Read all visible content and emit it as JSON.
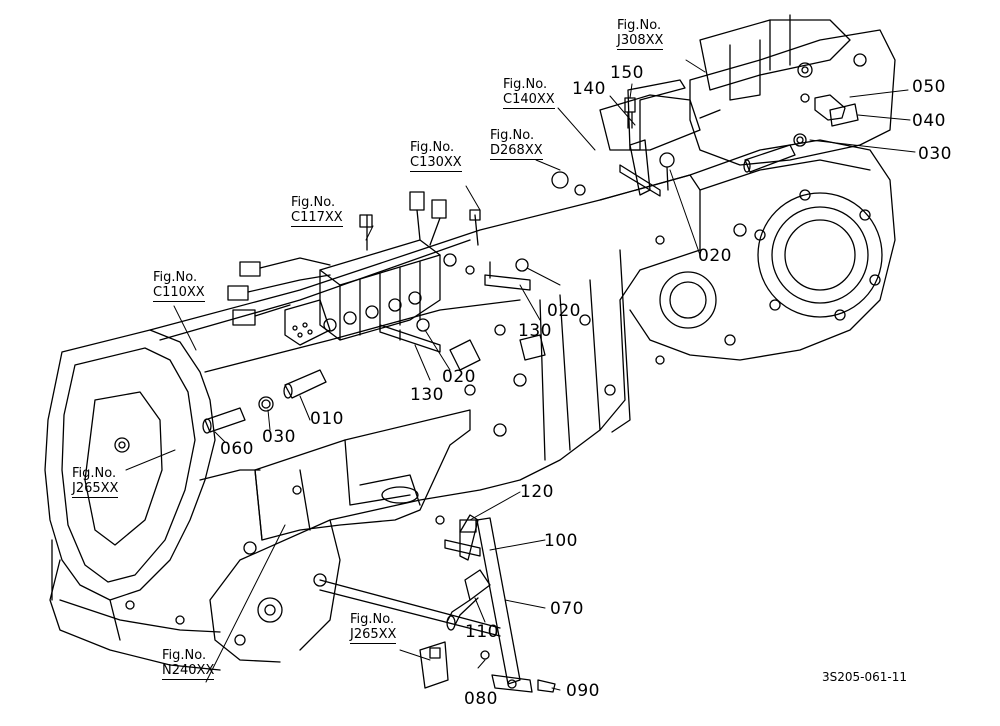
{
  "figure_code": "3S205-061-11",
  "fig_refs": [
    {
      "id": "j308",
      "l1": "Fig.No.",
      "l2": "J308XX"
    },
    {
      "id": "c140",
      "l1": "Fig.No.",
      "l2": "C140XX"
    },
    {
      "id": "d268",
      "l1": "Fig.No.",
      "l2": "D268XX"
    },
    {
      "id": "c130",
      "l1": "Fig.No.",
      "l2": "C130XX"
    },
    {
      "id": "c117",
      "l1": "Fig.No.",
      "l2": "C117XX"
    },
    {
      "id": "c110",
      "l1": "Fig.No.",
      "l2": "C110XX"
    },
    {
      "id": "j265a",
      "l1": "Fig.No.",
      "l2": "J265XX"
    },
    {
      "id": "j265b",
      "l1": "Fig.No.",
      "l2": "J265XX"
    },
    {
      "id": "n240",
      "l1": "Fig.No.",
      "l2": "N240XX"
    }
  ],
  "part_labels": {
    "p150": "150",
    "p140": "140",
    "p050": "050",
    "p040": "040",
    "p030a": "030",
    "p020a": "020",
    "p020b": "020",
    "p020c": "020",
    "p130a": "130",
    "p130b": "130",
    "p010": "010",
    "p030b": "030",
    "p060": "060",
    "p120": "120",
    "p100": "100",
    "p070": "070",
    "p110": "110",
    "p080": "080",
    "p090": "090"
  }
}
